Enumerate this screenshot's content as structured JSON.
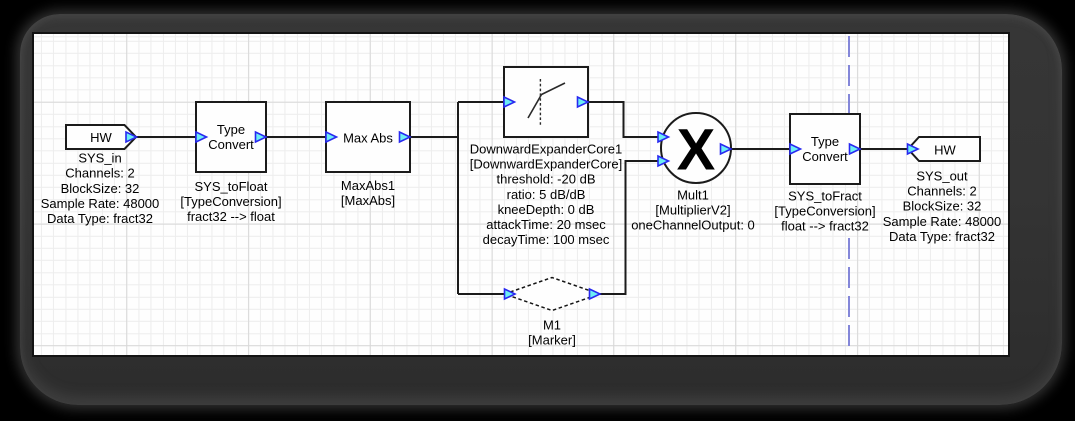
{
  "window": {
    "background_color": "#000000",
    "frame_color": "#333333"
  },
  "canvas": {
    "background_color": "#fefefe",
    "grid_minor_color": "#ededed",
    "grid_major_color": "#d8d8d8",
    "guide_line_color": "#8487d9"
  },
  "pin_style": {
    "fill": "#6ceef5",
    "border": "#2828f0"
  },
  "modules": {
    "sys_in": {
      "type": "hw-input",
      "block_text": "HW",
      "labels": [
        "SYS_in",
        "Channels: 2",
        "BlockSize: 32",
        "Sample Rate: 48000",
        "Data Type: fract32"
      ]
    },
    "sys_tofloat": {
      "type": "type-conversion",
      "block_text_line1": "Type",
      "block_text_line2": "Convert",
      "labels": [
        "SYS_toFloat",
        "[TypeConversion]",
        "fract32 --> float"
      ]
    },
    "maxabs1": {
      "type": "max-abs",
      "block_text": "Max Abs",
      "labels": [
        "MaxAbs1",
        "[MaxAbs]"
      ]
    },
    "downward_expander_core1": {
      "type": "downward-expander-core",
      "labels": [
        "DownwardExpanderCore1",
        "[DownwardExpanderCore]",
        "threshold: -20 dB",
        "ratio: 5 dB/dB",
        "kneeDepth: 0 dB",
        "attackTime: 20 msec",
        "decayTime: 100 msec"
      ]
    },
    "mult1": {
      "type": "multiplier",
      "block_symbol": "X",
      "labels": [
        "Mult1",
        "[MultiplierV2]",
        "oneChannelOutput: 0"
      ]
    },
    "sys_tofract": {
      "type": "type-conversion",
      "block_text_line1": "Type",
      "block_text_line2": "Convert",
      "labels": [
        "SYS_toFract",
        "[TypeConversion]",
        "float --> fract32"
      ]
    },
    "sys_out": {
      "type": "hw-output",
      "block_text": "HW",
      "labels": [
        "SYS_out",
        "Channels: 2",
        "BlockSize: 32",
        "Sample Rate: 48000",
        "Data Type: fract32"
      ]
    },
    "m1": {
      "type": "marker",
      "labels": [
        "M1",
        "[Marker]"
      ]
    }
  }
}
